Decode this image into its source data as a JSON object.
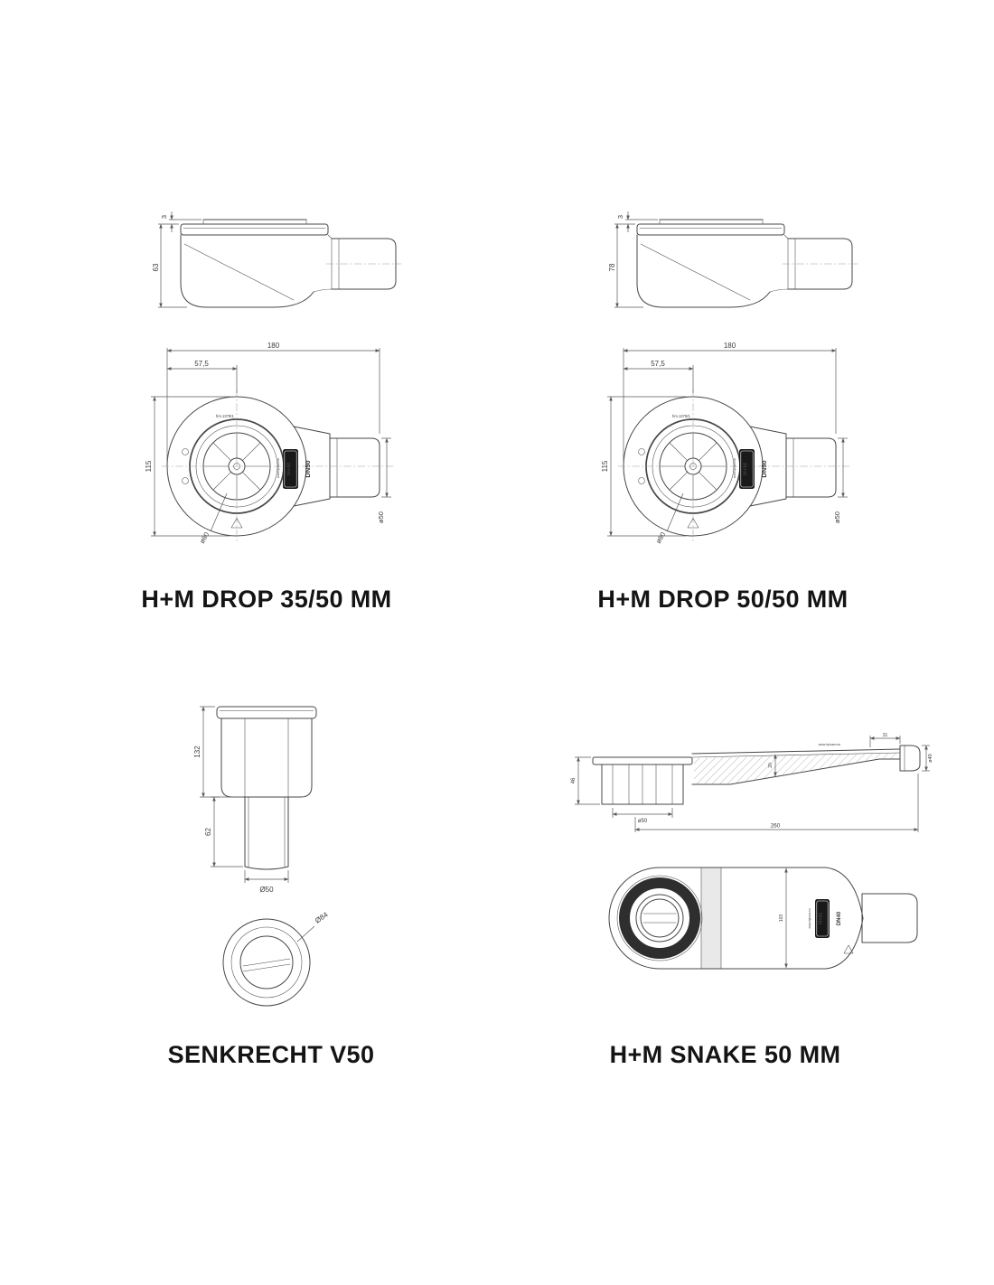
{
  "page": {
    "background": "#ffffff",
    "line_color": "#474747",
    "accent_dark": "#191919"
  },
  "brand": {
    "logo": "H+M",
    "site": "www.hplusm.eu"
  },
  "products": [
    {
      "id": "drop-35-50",
      "title": "H+M DROP 35/50 MM",
      "side_view": {
        "total_height": "63",
        "grate_lip": "3"
      },
      "plan_view": {
        "total_width": "180",
        "center_offset": "57,5",
        "body_height": "115",
        "outlet_diameter": "ø50",
        "grate_diameter": "ø80",
        "type_label": "hm.1379/1",
        "dn_label": "DN50"
      }
    },
    {
      "id": "drop-50-50",
      "title": "H+M DROP 50/50 MM",
      "side_view": {
        "total_height": "78",
        "grate_lip": "3"
      },
      "plan_view": {
        "total_width": "180",
        "center_offset": "57,5",
        "body_height": "115",
        "outlet_diameter": "ø50",
        "grate_diameter": "ø80",
        "type_label": "hm.1379/1",
        "dn_label": "DN50"
      }
    },
    {
      "id": "senkrecht-v50",
      "title": "SENKRECHT V50",
      "side_view": {
        "total_height": "132",
        "pipe_length": "62",
        "pipe_diameter": "Ø50"
      },
      "plan_view": {
        "flange_diameter": "Ø84"
      }
    },
    {
      "id": "snake-50",
      "title": "H+M SNAKE 50 MM",
      "side_view": {
        "inlet_height": "46",
        "inlet_diameter": "ø50",
        "body_height": "20",
        "outlet_offset": "31",
        "outlet_diameter": "ø40",
        "total_length": "260"
      },
      "plan_view": {
        "body_width": "103",
        "dn_label": "DN40"
      }
    }
  ]
}
